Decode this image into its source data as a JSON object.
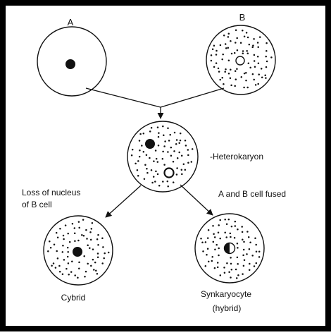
{
  "diagram": {
    "label_a": "A",
    "label_b": "B",
    "heterokaryon_label": "-Heterokaryon",
    "left_branch_line1": "Loss of nucleus",
    "left_branch_line2": "of B cell",
    "right_branch_label": "A and B cell fused",
    "cybrid_label": "Cybrid",
    "synkaryocyte_line1": "Synkaryocyte",
    "synkaryocyte_line2": "(hybrid)"
  },
  "colors": {
    "border": "#000000",
    "ink": "#111111",
    "background": "#ffffff"
  }
}
